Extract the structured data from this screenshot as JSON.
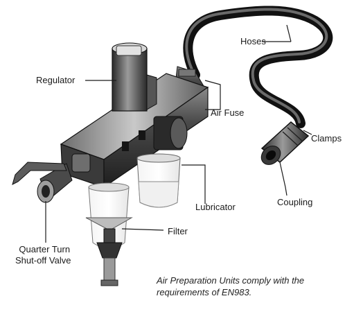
{
  "labels": {
    "hoses": "Hoses",
    "regulator": "Regulator",
    "air_fuse": "Air Fuse",
    "clamps": "Clamps",
    "lubricator": "Lubricator",
    "coupling": "Coupling",
    "filter": "Filter",
    "valve_line1": "Quarter Turn",
    "valve_line2": "Shut-off Valve"
  },
  "caption": {
    "line1": "Air Preparation Units comply with the",
    "line2": "requirements of EN983."
  }
}
